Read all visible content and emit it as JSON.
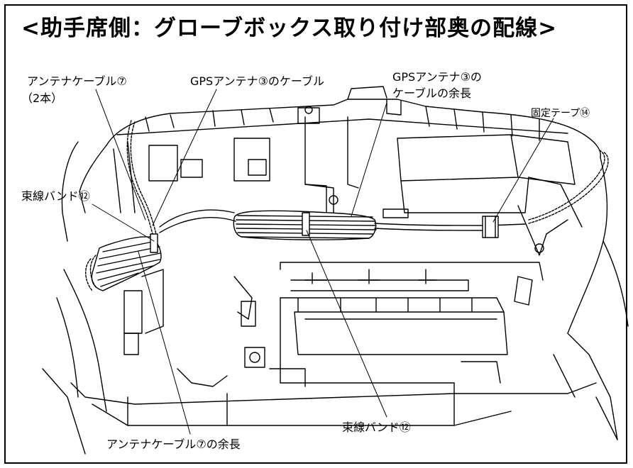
{
  "title": "<助手席側：グローブボックス取り付け部奥の配線>",
  "labels": {
    "antenna_cable": "アンテナケーブル⑦",
    "antenna_cable_count": "（2本）",
    "gps_antenna_cable": "GPSアンテナ③のケーブル",
    "gps_cable_excess_line1": "GPSアンテナ③の",
    "gps_cable_excess_line2": "ケーブルの余長",
    "fixing_tape": "固定テープ⑭",
    "cable_tie_left": "束線バンド⑫",
    "cable_tie_bottom": "束線バンド⑫",
    "antenna_cable_excess": "アンテナケーブル⑦の余長"
  }
}
